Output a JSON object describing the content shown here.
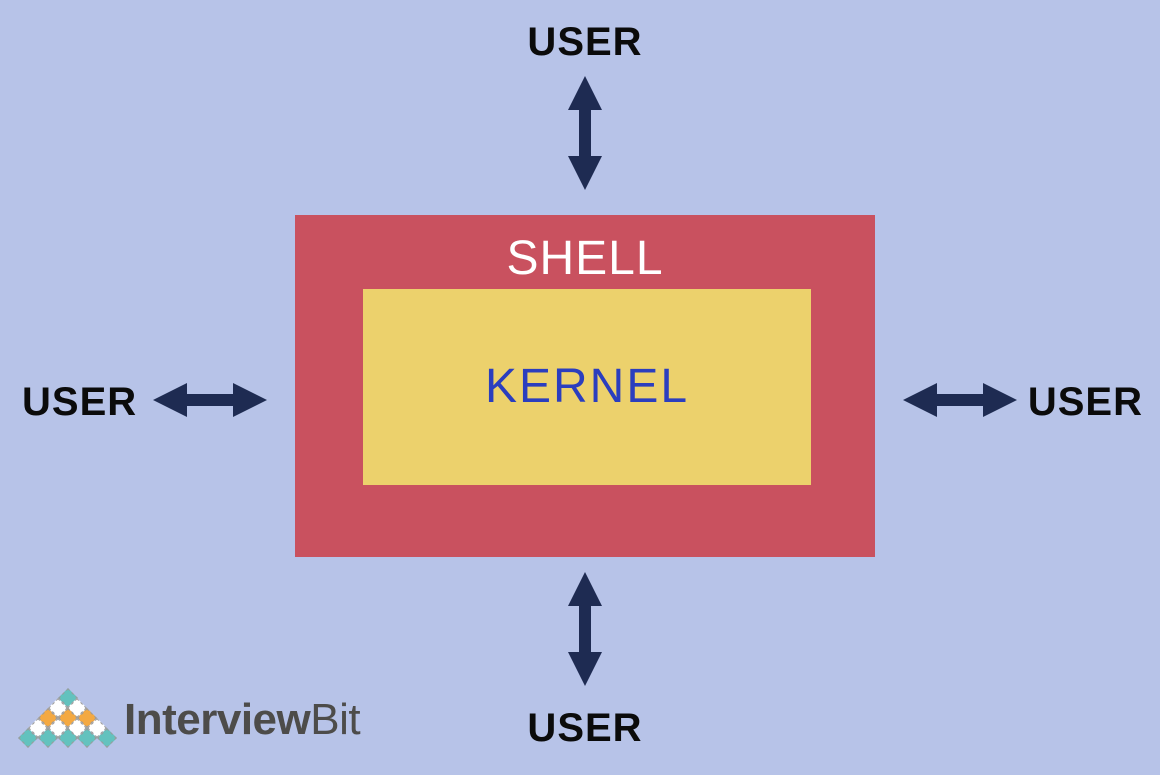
{
  "diagram": {
    "shell_label": "SHELL",
    "kernel_label": "KERNEL",
    "user_top": "USER",
    "user_bottom": "USER",
    "user_left": "USER",
    "user_right": "USER"
  },
  "logo": {
    "brand_primary": "Interview",
    "brand_secondary": "Bit",
    "pyramid_rows": [
      [
        "teal"
      ],
      [
        "white",
        "white"
      ],
      [
        "orange",
        "orange",
        "orange"
      ],
      [
        "white",
        "white",
        "white",
        "white"
      ],
      [
        "teal",
        "teal",
        "teal",
        "teal",
        "teal"
      ]
    ]
  },
  "colors": {
    "background": "#B7C3E8",
    "shell_box": "#C9515F",
    "kernel_box": "#ECD16C",
    "arrow": "#1E2B52",
    "shell_text": "#FFFFFF",
    "kernel_text": "#2B3EBE",
    "user_text": "#0B0B0B",
    "logo_teal": "#63C2BE",
    "logo_orange": "#F4A942",
    "logo_white": "#FFFFFF",
    "logo_text": "#4D4C4A"
  }
}
